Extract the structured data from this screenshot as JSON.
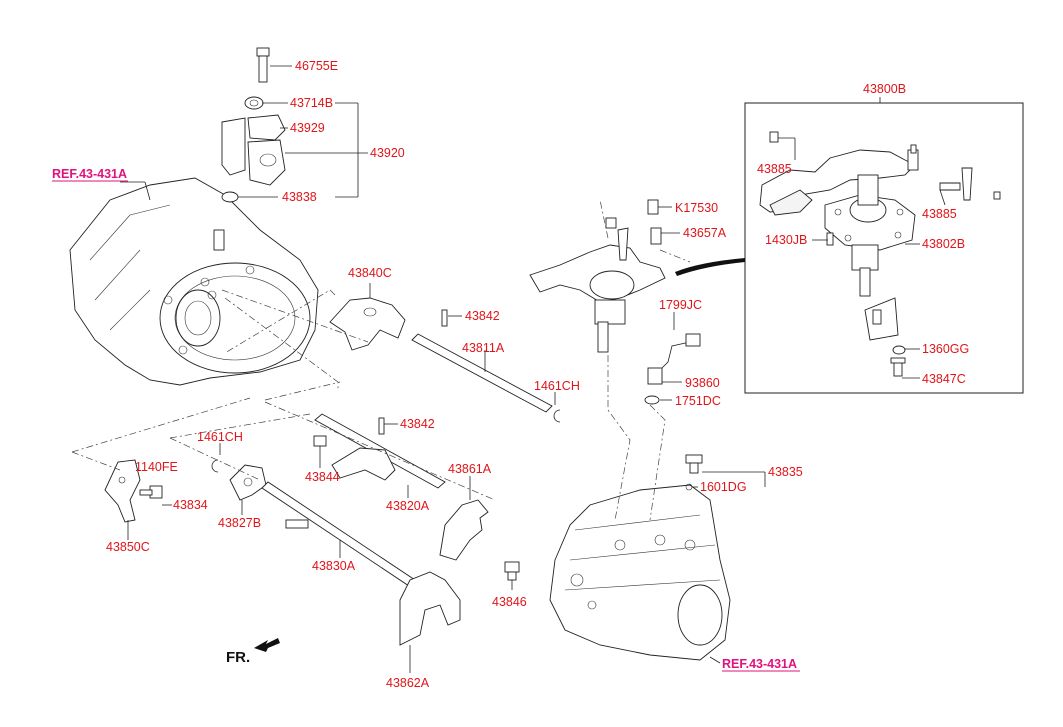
{
  "labels": {
    "l46755E": "46755E",
    "l43714B": "43714B",
    "l43929": "43929",
    "l43920": "43920",
    "l43838": "43838",
    "ref_top": "REF.43-431A",
    "l43840C": "43840C",
    "l43842a": "43842",
    "l43811A": "43811A",
    "l1461CHa": "1461CH",
    "l43842b": "43842",
    "l1461CHb": "1461CH",
    "l43844": "43844",
    "l43820A": "43820A",
    "l43861A": "43861A",
    "l1140FE": "1140FE",
    "l43834": "43834",
    "l43850C": "43850C",
    "l43827B": "43827B",
    "l43830A": "43830A",
    "l43862A": "43862A",
    "l43846": "43846",
    "lK17530": "K17530",
    "l43657A": "43657A",
    "l1799JC": "1799JC",
    "l93860": "93860",
    "l1751DC": "1751DC",
    "l43835": "43835",
    "l1601DG": "1601DG",
    "ref_bottom": "REF.43-431A",
    "l43800B": "43800B",
    "l43885a": "43885",
    "l43885b": "43885",
    "l1430JB": "1430JB",
    "l43802B": "43802B",
    "l1360GG": "1360GG",
    "l43847C": "43847C",
    "fr": "FR."
  }
}
